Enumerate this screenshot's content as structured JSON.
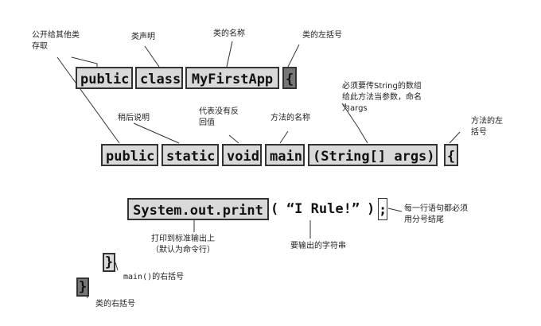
{
  "code": {
    "line1": {
      "public": "public",
      "class": "class",
      "name": "MyFirstApp",
      "brace": "{"
    },
    "line2": {
      "public": "public",
      "static": "static",
      "void": "void",
      "main": "main",
      "args": "(String[] args)",
      "brace": "{"
    },
    "line3": {
      "print": "System.out.print",
      "open": "(",
      "string": "“I Rule!”",
      "close": ")",
      "semi": ";"
    },
    "close_main": "}",
    "close_class": "}"
  },
  "annotations": {
    "public_access": "公开给其他类\n存取",
    "class_decl": "类声明",
    "class_name": "类的名称",
    "class_open": "类的左括号",
    "string_args": "必须要传String的数组\n给此方法当参数，命名\n为args",
    "method_open": "方法的左\n括号",
    "static_desc": "稍后说明",
    "void_desc": "代表没有反\n回值",
    "method_name": "方法的名称",
    "print_desc": "打印到标准输出上\n（默认为命令行）",
    "string_desc": "要输出的字符串",
    "semicolon_desc": "每一行语句都必须\n用分号结尾",
    "main_close": "main()的右括号",
    "class_close": "类的右括号"
  }
}
